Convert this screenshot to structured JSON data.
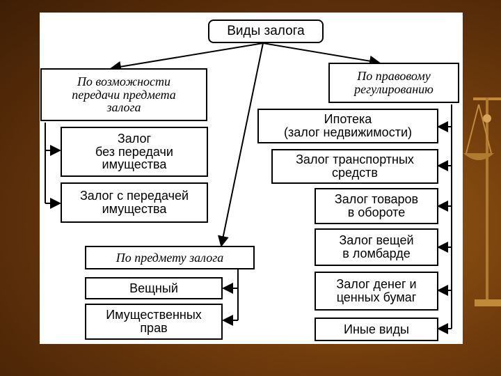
{
  "root": {
    "label": "Виды залога"
  },
  "left_category": {
    "label": "По возможности\nпередачи предмета\nзалога",
    "items": [
      "Залог\nбез передачи\nимущества",
      "Залог с передачей\nимущества"
    ]
  },
  "middle_category": {
    "label": "По предмету залога",
    "items": [
      "Вещный",
      "Имущественных\nправ"
    ]
  },
  "right_category": {
    "label": "По правовому\nрегулированию",
    "items": [
      "Ипотека\n(залог недвижимости)",
      "Залог транспортных\nсредств",
      "Залог товаров\nв обороте",
      "Залог вещей\nв ломбарде",
      "Залог денег и\nценных бумаг",
      "Иные виды"
    ]
  },
  "colors": {
    "background": "#6e3a0c",
    "panel": "#ffffff",
    "line": "#000000"
  }
}
